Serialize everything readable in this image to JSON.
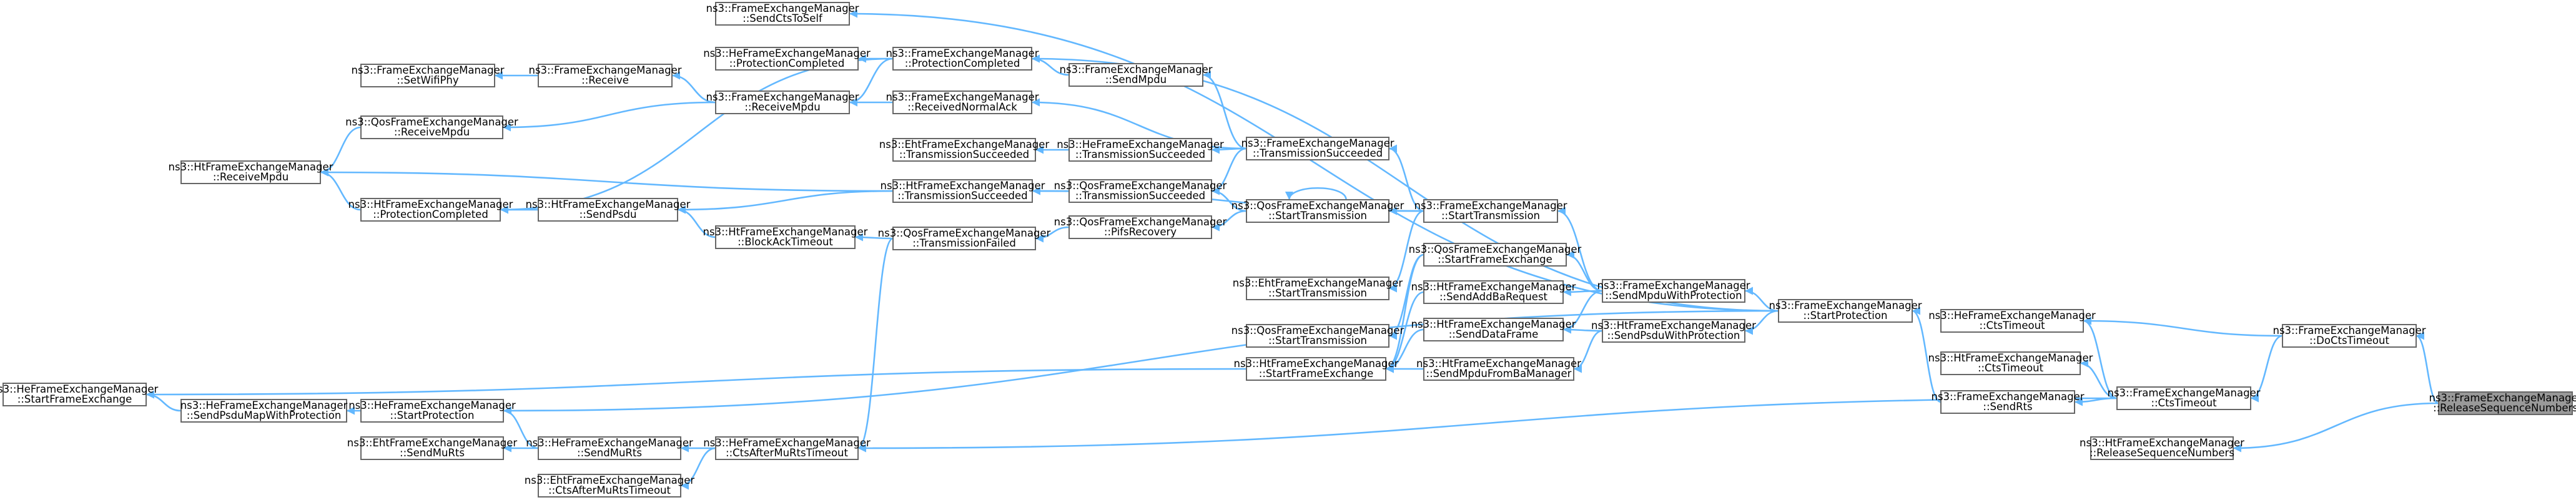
{
  "nodes": [
    {
      "id": "he_startframe",
      "lines": [
        "ns3::HeFrameExchangeManager",
        "::StartFrameExchange"
      ]
    },
    {
      "id": "hef_setwifiphy",
      "lines": [
        "ns3::FrameExchangeManager",
        "::SetWifiPhy"
      ]
    },
    {
      "id": "qos_receivempdu",
      "lines": [
        "ns3::QosFrameExchangeManager",
        "::ReceiveMpdu"
      ]
    },
    {
      "id": "ht_receivempdu",
      "lines": [
        "ns3::HtFrameExchangeManager",
        "::ReceiveMpdu"
      ]
    },
    {
      "id": "ht_protcompleted",
      "lines": [
        "ns3::HtFrameExchangeManager",
        "::ProtectionCompleted"
      ]
    },
    {
      "id": "he_sendpsdumap",
      "lines": [
        "ns3::HeFrameExchangeManager",
        "::SendPsduMapWithProtection"
      ]
    },
    {
      "id": "fem_receive",
      "lines": [
        "ns3::FrameExchangeManager",
        "::Receive"
      ]
    },
    {
      "id": "ht_sendpsdu",
      "lines": [
        "ns3::HtFrameExchangeManager",
        "::SendPsdu"
      ]
    },
    {
      "id": "ht_blockacktimeout",
      "lines": [
        "ns3::HtFrameExchangeManager",
        "::BlockAckTimeout"
      ]
    },
    {
      "id": "he_startprotection",
      "lines": [
        "ns3::HeFrameExchangeManager",
        "::StartProtection"
      ]
    },
    {
      "id": "eht_sendmurts",
      "lines": [
        "ns3::EhtFrameExchangeManager",
        "::SendMuRts"
      ]
    },
    {
      "id": "he_sendmurts",
      "lines": [
        "ns3::HeFrameExchangeManager",
        "::SendMuRts"
      ]
    },
    {
      "id": "eht_ctsaftermurts",
      "lines": [
        "ns3::EhtFrameExchangeManager",
        "::CtsAfterMuRtsTimeout"
      ]
    },
    {
      "id": "fem_sendctstoself",
      "lines": [
        "ns3::FrameExchangeManager",
        "::SendCtsToSelf"
      ]
    },
    {
      "id": "he_protcompleted",
      "lines": [
        "ns3::HeFrameExchangeManager",
        "::ProtectionCompleted"
      ]
    },
    {
      "id": "fem_receivempdu",
      "lines": [
        "ns3::FrameExchangeManager",
        "::ReceiveMpdu"
      ]
    },
    {
      "id": "he_ctsaftermurts",
      "lines": [
        "ns3::HeFrameExchangeManager",
        "::CtsAfterMuRtsTimeout"
      ]
    },
    {
      "id": "fem_protcompleted",
      "lines": [
        "ns3::FrameExchangeManager",
        "::ProtectionCompleted"
      ]
    },
    {
      "id": "fem_receivednormalack",
      "lines": [
        "ns3::FrameExchangeManager",
        "::ReceivedNormalAck"
      ]
    },
    {
      "id": "ht_transsucceeded",
      "lines": [
        "ns3::HtFrameExchangeManager",
        "::TransmissionSucceeded"
      ]
    },
    {
      "id": "qos_transfailed",
      "lines": [
        "ns3::QosFrameExchangeManager",
        "::TransmissionFailed"
      ]
    },
    {
      "id": "eht_transsucceeded",
      "lines": [
        "ns3::EhtFrameExchangeManager",
        "::TransmissionSucceeded"
      ]
    },
    {
      "id": "fem_sendmpdu",
      "lines": [
        "ns3::FrameExchangeManager",
        "::SendMpdu"
      ]
    },
    {
      "id": "he_transsucceeded",
      "lines": [
        "ns3::HeFrameExchangeManager",
        "::TransmissionSucceeded"
      ]
    },
    {
      "id": "qos_transsucceeded",
      "lines": [
        "ns3::QosFrameExchangeManager",
        "::TransmissionSucceeded"
      ]
    },
    {
      "id": "qos_pifsrecovery",
      "lines": [
        "ns3::QosFrameExchangeManager",
        "::PifsRecovery"
      ]
    },
    {
      "id": "eht_starttrans",
      "lines": [
        "ns3::EhtFrameExchangeManager",
        "::StartTransmission"
      ]
    },
    {
      "id": "qos_starttrans2",
      "lines": [
        "ns3::QosFrameExchangeManager",
        "::StartTransmission"
      ]
    },
    {
      "id": "fem_transsucceeded",
      "lines": [
        "ns3::FrameExchangeManager",
        "::TransmissionSucceeded"
      ]
    },
    {
      "id": "qos_starttrans",
      "lines": [
        "ns3::QosFrameExchangeManager",
        "::StartTransmission"
      ]
    },
    {
      "id": "fem_starttrans",
      "lines": [
        "ns3::FrameExchangeManager",
        "::StartTransmission"
      ]
    },
    {
      "id": "qos_startframe",
      "lines": [
        "ns3::QosFrameExchangeManager",
        "::StartFrameExchange"
      ]
    },
    {
      "id": "ht_sendaddba",
      "lines": [
        "ns3::HtFrameExchangeManager",
        "::SendAddBaRequest"
      ]
    },
    {
      "id": "ht_senddataframe",
      "lines": [
        "ns3::HtFrameExchangeManager",
        "::SendDataFrame"
      ]
    },
    {
      "id": "ht_startframe",
      "lines": [
        "ns3::HtFrameExchangeManager",
        "::StartFrameExchange"
      ]
    },
    {
      "id": "ht_sendmpdubia",
      "lines": [
        "ns3::HtFrameExchangeManager",
        "::SendMpduFromBaManager"
      ]
    },
    {
      "id": "fem_sendmpduprot",
      "lines": [
        "ns3::FrameExchangeManager",
        "::SendMpduWithProtection"
      ]
    },
    {
      "id": "ht_sendpsduprot",
      "lines": [
        "ns3::HtFrameExchangeManager",
        "::SendPsduWithProtection"
      ]
    },
    {
      "id": "fem_startprotection",
      "lines": [
        "ns3::FrameExchangeManager",
        "::StartProtection"
      ]
    },
    {
      "id": "he_ctstimeout",
      "lines": [
        "ns3::HeFrameExchangeManager",
        "::CtsTimeout"
      ]
    },
    {
      "id": "ht_ctstimeout",
      "lines": [
        "ns3::HtFrameExchangeManager",
        "::CtsTimeout"
      ]
    },
    {
      "id": "fem_sendrts",
      "lines": [
        "ns3::FrameExchangeManager",
        "::SendRts"
      ]
    },
    {
      "id": "fem_ctstimeout",
      "lines": [
        "ns3::FrameExchangeManager",
        "::CtsTimeout"
      ]
    },
    {
      "id": "he_releaseseq",
      "lines": [
        "ns3::HtFrameExchangeManager",
        "::ReleaseSequenceNumbers"
      ]
    },
    {
      "id": "fem_doctstimeout",
      "lines": [
        "ns3::FrameExchangeManager",
        "::DoCtsTimeout"
      ]
    },
    {
      "id": "fem_releaseseq",
      "lines": [
        "ns3::FrameExchangeManager",
        "::ReleaseSequenceNumbers"
      ],
      "focus": true
    }
  ],
  "edges": [
    [
      "fem_releaseseq",
      "fem_doctstimeout"
    ],
    [
      "fem_releaseseq",
      "he_releaseseq"
    ],
    [
      "fem_doctstimeout",
      "he_ctstimeout"
    ],
    [
      "fem_doctstimeout",
      "fem_ctstimeout"
    ],
    [
      "fem_ctstimeout",
      "ht_ctstimeout"
    ],
    [
      "fem_ctstimeout",
      "he_ctstimeout"
    ],
    [
      "fem_ctstimeout",
      "fem_sendrts"
    ],
    [
      "fem_ctstimeout",
      "he_ctsaftermurts"
    ],
    [
      "fem_sendrts",
      "fem_startprotection"
    ],
    [
      "fem_startprotection",
      "fem_sendmpduprot"
    ],
    [
      "fem_startprotection",
      "ht_sendpsduprot"
    ],
    [
      "fem_startprotection",
      "fem_sendctstoself"
    ],
    [
      "fem_startprotection",
      "fem_protcompleted"
    ],
    [
      "fem_startprotection",
      "he_startprotection"
    ],
    [
      "fem_sendmpduprot",
      "fem_starttrans"
    ],
    [
      "fem_sendmpduprot",
      "qos_startframe"
    ],
    [
      "fem_sendmpduprot",
      "ht_sendaddba"
    ],
    [
      "fem_sendmpduprot",
      "ht_senddataframe"
    ],
    [
      "ht_sendpsduprot",
      "ht_senddataframe"
    ],
    [
      "ht_sendpsduprot",
      "ht_sendmpdubia"
    ],
    [
      "ht_sendmpdubia",
      "ht_startframe"
    ],
    [
      "ht_sendaddba",
      "ht_startframe"
    ],
    [
      "ht_senddataframe",
      "ht_startframe"
    ],
    [
      "qos_startframe",
      "ht_startframe"
    ],
    [
      "qos_startframe",
      "qos_starttrans2"
    ],
    [
      "ht_startframe",
      "he_startframe"
    ],
    [
      "fem_starttrans",
      "qos_starttrans"
    ],
    [
      "fem_starttrans",
      "eht_starttrans"
    ],
    [
      "fem_starttrans",
      "fem_transsucceeded"
    ],
    [
      "fem_starttrans",
      "ht_transsucceeded"
    ],
    [
      "qos_starttrans",
      "qos_starttrans"
    ],
    [
      "qos_starttrans",
      "qos_transsucceeded"
    ],
    [
      "qos_starttrans",
      "qos_pifsrecovery"
    ],
    [
      "qos_pifsrecovery",
      "qos_transfailed"
    ],
    [
      "fem_transsucceeded",
      "fem_sendmpdu"
    ],
    [
      "fem_transsucceeded",
      "fem_receivednormalack"
    ],
    [
      "fem_transsucceeded",
      "he_transsucceeded"
    ],
    [
      "fem_transsucceeded",
      "qos_transsucceeded"
    ],
    [
      "he_transsucceeded",
      "eht_transsucceeded"
    ],
    [
      "qos_transsucceeded",
      "ht_transsucceeded"
    ],
    [
      "ht_transsucceeded",
      "ht_sendpsdu"
    ],
    [
      "ht_transsucceeded",
      "ht_receivempdu"
    ],
    [
      "fem_sendmpdu",
      "fem_protcompleted"
    ],
    [
      "fem_receivednormalack",
      "fem_receivempdu"
    ],
    [
      "fem_protcompleted",
      "he_protcompleted"
    ],
    [
      "fem_protcompleted",
      "ht_protcompleted"
    ],
    [
      "fem_protcompleted",
      "fem_receivempdu"
    ],
    [
      "fem_receivempdu",
      "fem_receive"
    ],
    [
      "fem_receivempdu",
      "qos_receivempdu"
    ],
    [
      "fem_receive",
      "hef_setwifiphy"
    ],
    [
      "qos_receivempdu",
      "ht_receivempdu"
    ],
    [
      "ht_sendpsdu",
      "ht_protcompleted"
    ],
    [
      "ht_protcompleted",
      "ht_receivempdu"
    ],
    [
      "qos_transfailed",
      "ht_blockacktimeout"
    ],
    [
      "qos_transfailed",
      "he_ctsaftermurts"
    ],
    [
      "ht_blockacktimeout",
      "ht_sendpsdu"
    ],
    [
      "he_ctsaftermurts",
      "he_sendmurts"
    ],
    [
      "he_ctsaftermurts",
      "eht_ctsaftermurts"
    ],
    [
      "he_sendmurts",
      "eht_sendmurts"
    ],
    [
      "he_sendmurts",
      "he_startprotection"
    ],
    [
      "he_startprotection",
      "he_sendpsdumap"
    ],
    [
      "he_sendpsdumap",
      "he_startframe"
    ]
  ]
}
